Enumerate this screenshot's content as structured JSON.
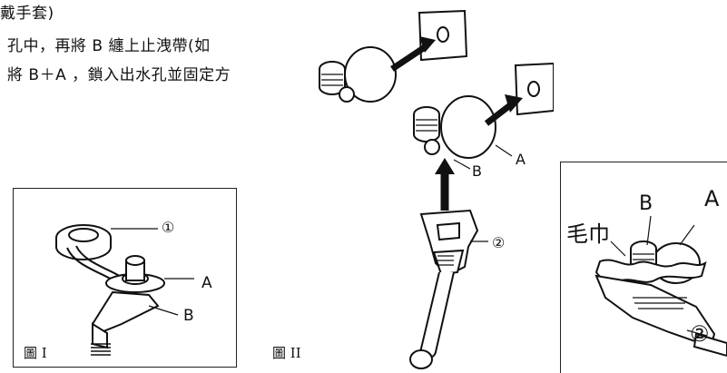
{
  "text_lines": [
    "戴手套)",
    "孔中，再將 B 纏上止洩帶(如",
    "將 B＋A ，鎖入出水孔並固定方"
  ],
  "figure1": {
    "caption": "圖 I",
    "label_1": "①",
    "label_a": "A",
    "label_b": "B"
  },
  "figure2": {
    "caption": "圖 II",
    "label_a": "A",
    "label_b": "B",
    "label_2": "②"
  },
  "figure3": {
    "label_towel": "毛巾",
    "label_a": "A",
    "label_b": "B",
    "label_2": "②"
  }
}
